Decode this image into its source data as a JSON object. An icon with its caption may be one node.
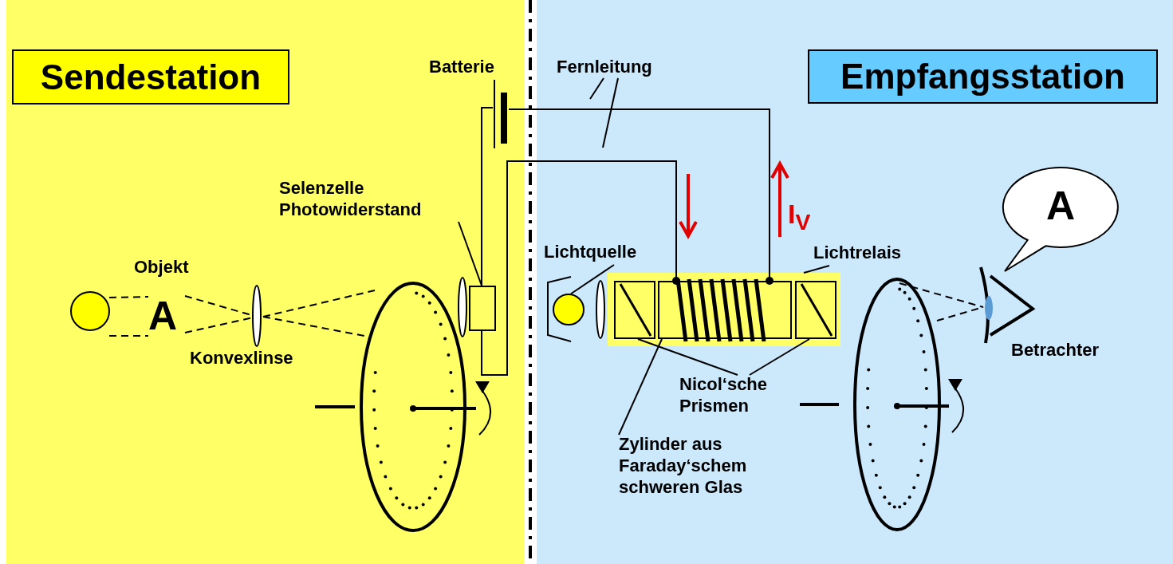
{
  "diagram": {
    "nodes": [
      {
        "text": [
          "Sendestation"
        ]
      },
      {
        "text": [
          "Empfangsstation"
        ]
      },
      {
        "text": [],
        "shape": "bar",
        "beside": [
          "Batterie"
        ]
      },
      {
        "text": [
          "Fernleitung"
        ]
      },
      {
        "text": [
          "Selenzelle Photowiderstand"
        ]
      },
      {
        "text": [],
        "shape": "box"
      },
      {
        "text": [
          "Lichtquelle"
        ]
      },
      {
        "text": [],
        "shape": "circle"
      },
      {
        "text": [
          "Lichtrelais"
        ]
      },
      {
        "text": [],
        "shape": "box"
      },
      {
        "text": [],
        "shape": "box",
        "in": 9
      },
      {
        "text": [],
        "shape": "box",
        "in": 9
      },
      {
        "text": [],
        "shape": "box",
        "in": 9
      },
      {
        "text": [
          "Nicol‘sche Prismen"
        ]
      },
      {
        "text": [
          "Zylinder aus Faraday‘schem schweren Glas"
        ]
      },
      {
        "text": [
          "A"
        ]
      }
    ],
    "edges": [
      {
        "from": 3,
        "to": null,
        "arrow": "none"
      },
      {
        "from": 3,
        "to": null,
        "arrow": "none"
      },
      {
        "from": 4,
        "to": 5,
        "arrow": "none"
      },
      {
        "from": 6,
        "to": 7,
        "arrow": "none"
      },
      {
        "from": 8,
        "to": 9,
        "arrow": "none"
      },
      {
        "from": 13,
        "to": 10,
        "arrow": "none"
      },
      {
        "from": 13,
        "to": 12,
        "arrow": "none"
      },
      {
        "from": 14,
        "to": 11,
        "arrow": "none"
      },
      {
        "from": 2,
        "to": 5,
        "arrow": "none"
      },
      {
        "from": 2,
        "to": 11,
        "arrow": "other"
      },
      {
        "from": 5,
        "to": 11,
        "arrow": "other"
      }
    ],
    "labels": [
      "Objekt",
      "A",
      "Konvexlinse",
      "I$_{V}$",
      "Betrachter"
    ]
  }
}
